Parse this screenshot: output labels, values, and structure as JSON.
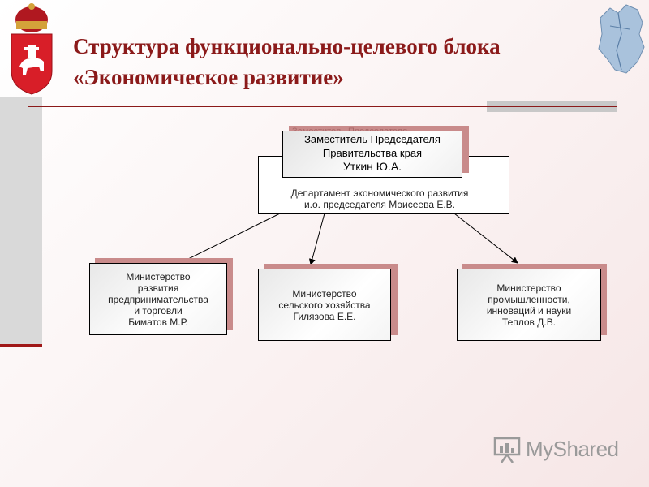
{
  "title": {
    "line1": "Структура функционально-целевого блока",
    "line2": "«Экономическое развитие»"
  },
  "deputy": {
    "ghost": "Заместитель Председателя",
    "line1": "Заместитель Председателя",
    "line2": "Правительства края",
    "name": "Уткин Ю.А."
  },
  "department": {
    "line1": "Департамент экономического развития",
    "line2": "и.о. председателя Моисеева Е.В."
  },
  "ministries": [
    {
      "lines": [
        "Министерство",
        "развития",
        "предпринимательства",
        "и торговли",
        "Биматов М.Р."
      ]
    },
    {
      "lines": [
        "Министерство",
        "сельского хозяйства",
        "Гилязова Е.Е."
      ]
    },
    {
      "lines": [
        "Министерство",
        "промышленности,",
        "инноваций и науки",
        "Теплов Д.В."
      ]
    }
  ],
  "watermark": {
    "text": "MyShared"
  },
  "icons": {
    "emblem": "perm-krai-coat-of-arms-icon",
    "map": "perm-krai-map-icon",
    "watermark": "presentation-chart-icon"
  },
  "colors": {
    "accent": "#8b1a1a",
    "shadow": "#c98b8b"
  }
}
